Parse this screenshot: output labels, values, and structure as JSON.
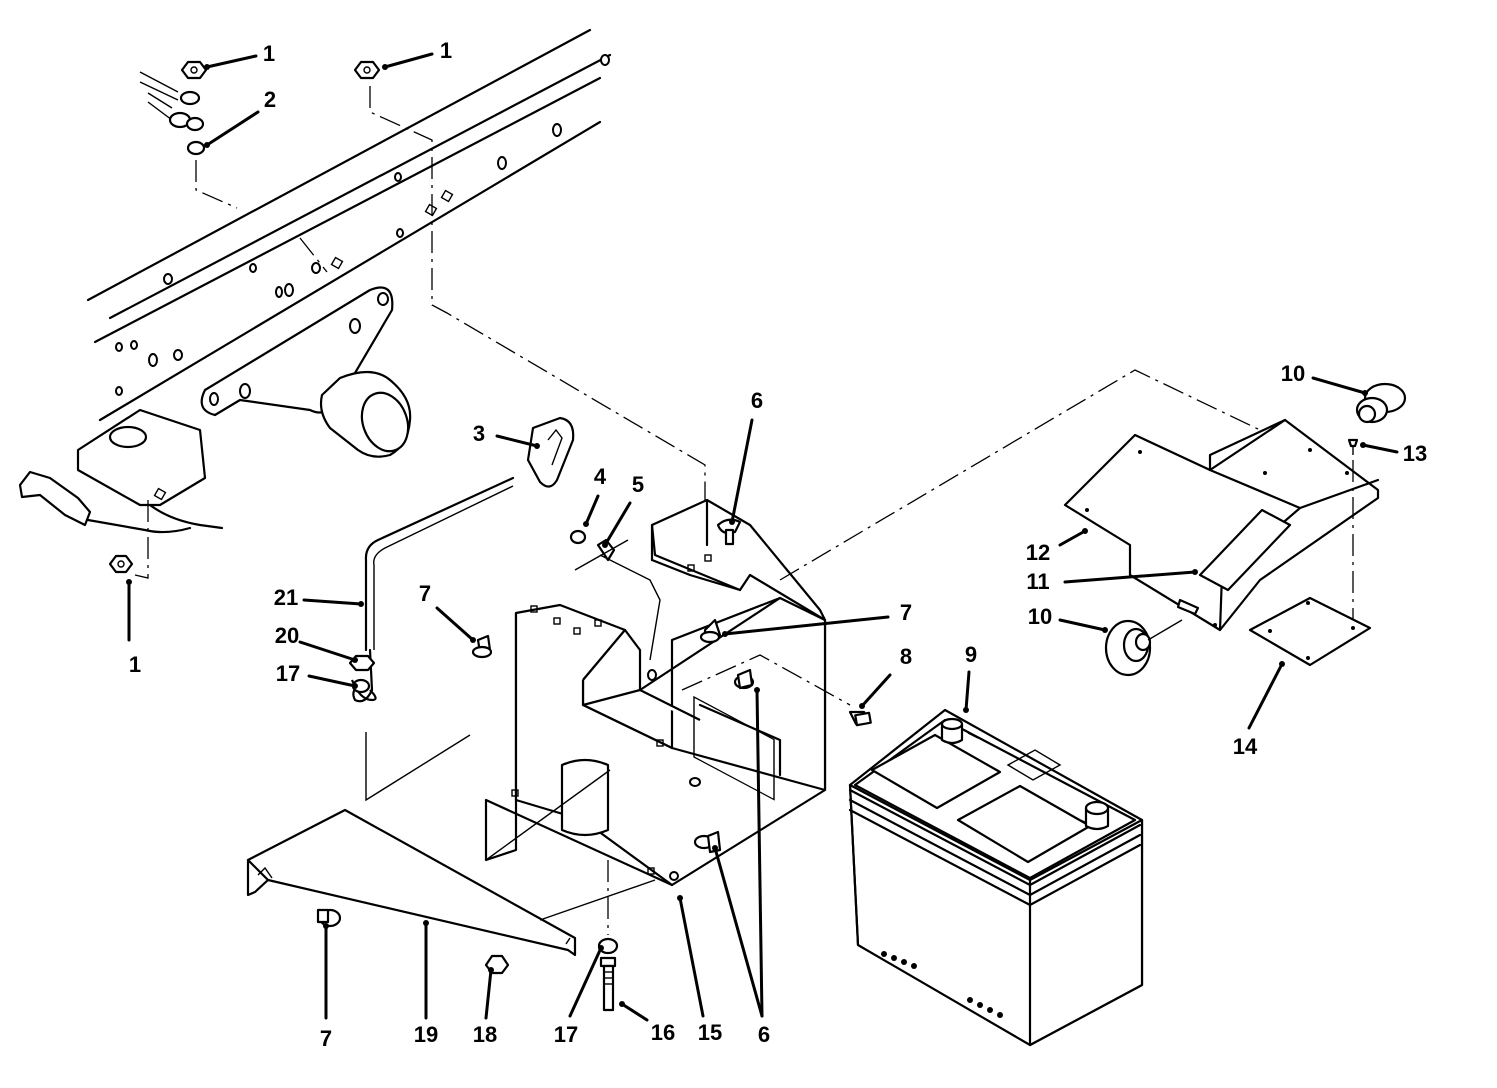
{
  "diagram": {
    "callouts": [
      "1",
      "1",
      "2",
      "1",
      "3",
      "4",
      "5",
      "6",
      "7",
      "7",
      "8",
      "9",
      "10",
      "13",
      "12",
      "11",
      "10",
      "14",
      "21",
      "20",
      "17",
      "7",
      "19",
      "18",
      "17",
      "16",
      "15",
      "6"
    ]
  }
}
